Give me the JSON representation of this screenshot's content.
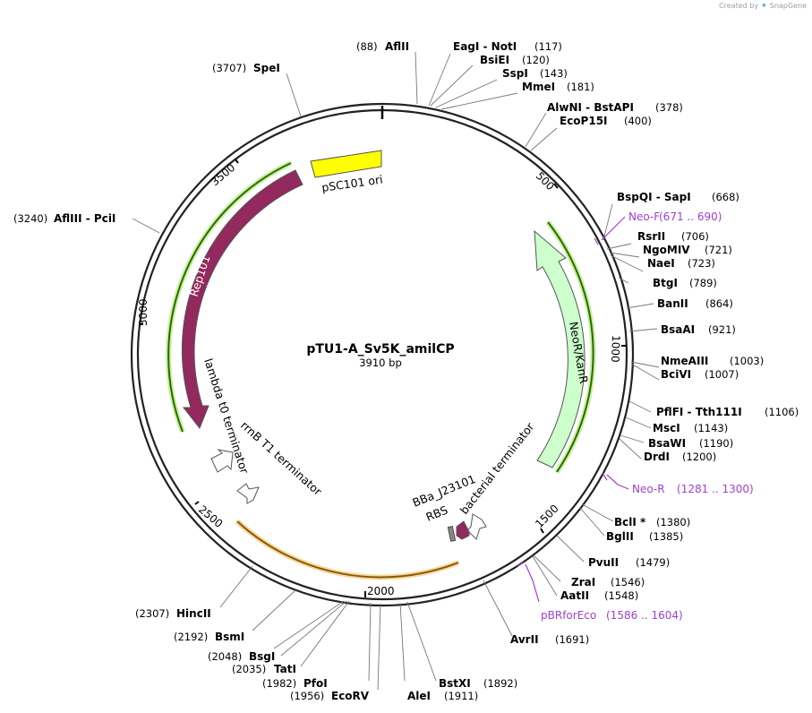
{
  "credit": {
    "prefix": "Created by",
    "brand": "SnapGene"
  },
  "plasmid": {
    "name": "pTU1-A_Sv5K_amilCP",
    "size_label": "3910 bp",
    "length": 3910
  },
  "colors": {
    "rep101": "#93295e",
    "neo": "#ccffcc",
    "ori": "#ffff00",
    "primer": "#a040d0",
    "bbb": "#93295e"
  },
  "ticks": [
    {
      "label": "500"
    },
    {
      "label": "1000"
    },
    {
      "label": "1500"
    },
    {
      "label": "2000"
    },
    {
      "label": "2500"
    },
    {
      "label": "3000"
    },
    {
      "label": "3500"
    }
  ],
  "features": [
    {
      "label": "pSC101 ori"
    },
    {
      "label": "Rep101"
    },
    {
      "label": "NeoR/KanR"
    },
    {
      "label": "lambda t0 terminator"
    },
    {
      "label": "rrnB T1 terminator"
    },
    {
      "label": "bacterial terminator"
    },
    {
      "label": "BBa_J23101"
    },
    {
      "label": "RBS"
    }
  ],
  "sites": [
    {
      "name": "AflII",
      "pos": "(88)"
    },
    {
      "name": "EagI  - NotI",
      "pos": "(117)"
    },
    {
      "name": "BsiEI",
      "pos": "(120)"
    },
    {
      "name": "SspI",
      "pos": "(143)"
    },
    {
      "name": "MmeI",
      "pos": "(181)"
    },
    {
      "name": "AlwNI  - BstAPI",
      "pos": "(378)"
    },
    {
      "name": "EcoP15I",
      "pos": "(400)"
    },
    {
      "name": "BspQI  - SapI",
      "pos": "(668)"
    },
    {
      "name": "RsrII",
      "pos": "(706)"
    },
    {
      "name": "NgoMIV",
      "pos": "(721)"
    },
    {
      "name": "NaeI",
      "pos": "(723)"
    },
    {
      "name": "BtgI",
      "pos": "(789)"
    },
    {
      "name": "BanII",
      "pos": "(864)"
    },
    {
      "name": "BsaAI",
      "pos": "(921)"
    },
    {
      "name": "NmeAIII",
      "pos": "(1003)"
    },
    {
      "name": "BciVI",
      "pos": "(1007)"
    },
    {
      "name": "PflFI  - Tth111I",
      "pos": "(1106)"
    },
    {
      "name": "MscI",
      "pos": "(1143)"
    },
    {
      "name": "BsaWI",
      "pos": "(1190)"
    },
    {
      "name": "DrdI",
      "pos": "(1200)"
    },
    {
      "name": "BclI *",
      "pos": "(1380)"
    },
    {
      "name": "BglII",
      "pos": "(1385)"
    },
    {
      "name": "PvuII",
      "pos": "(1479)"
    },
    {
      "name": "ZraI",
      "pos": "(1546)"
    },
    {
      "name": "AatII",
      "pos": "(1548)"
    },
    {
      "name": "AvrII",
      "pos": "(1691)"
    },
    {
      "name": "BstXI",
      "pos": "(1892)"
    },
    {
      "name": "AleI",
      "pos": "(1911)"
    },
    {
      "name": "EcoRV",
      "pos": "(1956)"
    },
    {
      "name": "PfoI",
      "pos": "(1982)"
    },
    {
      "name": "TatI",
      "pos": "(2035)"
    },
    {
      "name": "BsgI",
      "pos": "(2048)"
    },
    {
      "name": "BsmI",
      "pos": "(2192)"
    },
    {
      "name": "HincII",
      "pos": "(2307)"
    },
    {
      "name": "AflIII  - PciI",
      "pos": "(3240)"
    },
    {
      "name": "SpeI",
      "pos": "(3707)"
    }
  ],
  "primers": [
    {
      "name": "Neo-F",
      "pos": "(671 .. 690)"
    },
    {
      "name": "Neo-R",
      "pos": "(1281 .. 1300)"
    },
    {
      "name": "pBRforEco",
      "pos": "(1586 .. 1604)"
    }
  ]
}
